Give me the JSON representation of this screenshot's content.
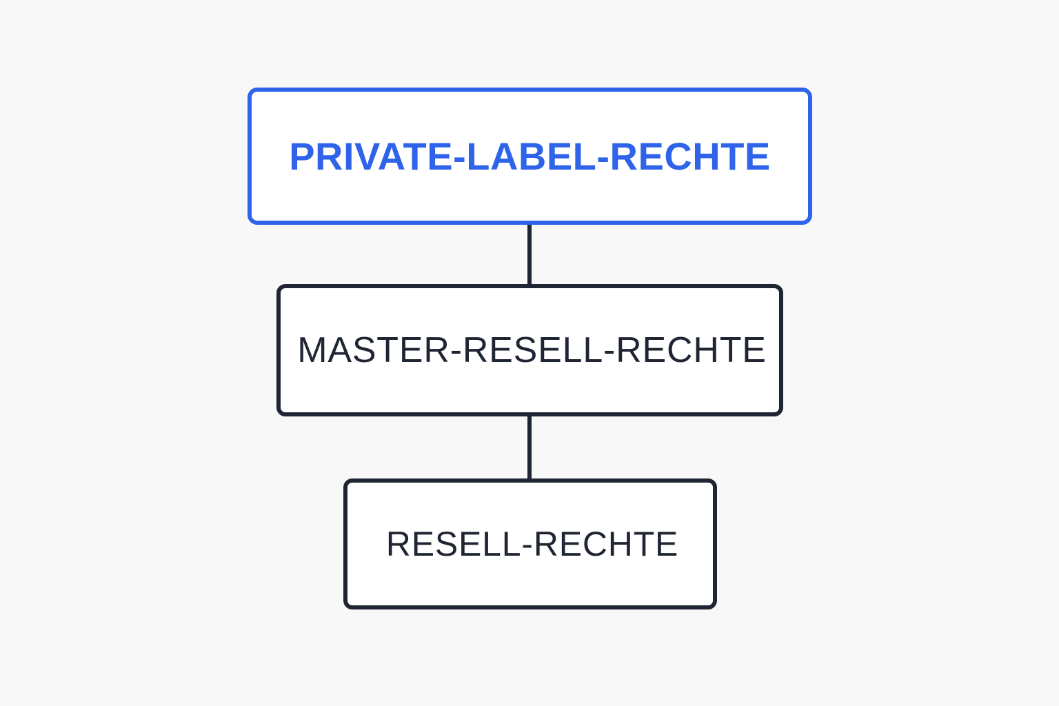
{
  "diagram": {
    "nodes": [
      {
        "label": "PRIVATE-LABEL-RECHTE",
        "level": 1,
        "highlighted": true
      },
      {
        "label": "MASTER-RESELL-RECHTE",
        "level": 2,
        "highlighted": false
      },
      {
        "label": "RESELL-RECHTE",
        "level": 3,
        "highlighted": false
      }
    ],
    "edges": [
      {
        "from": 0,
        "to": 1
      },
      {
        "from": 1,
        "to": 2
      }
    ],
    "colors": {
      "background": "#f8f8f8",
      "highlight": "#2f63ea",
      "default": "#1f2533",
      "box_fill": "#ffffff"
    }
  }
}
